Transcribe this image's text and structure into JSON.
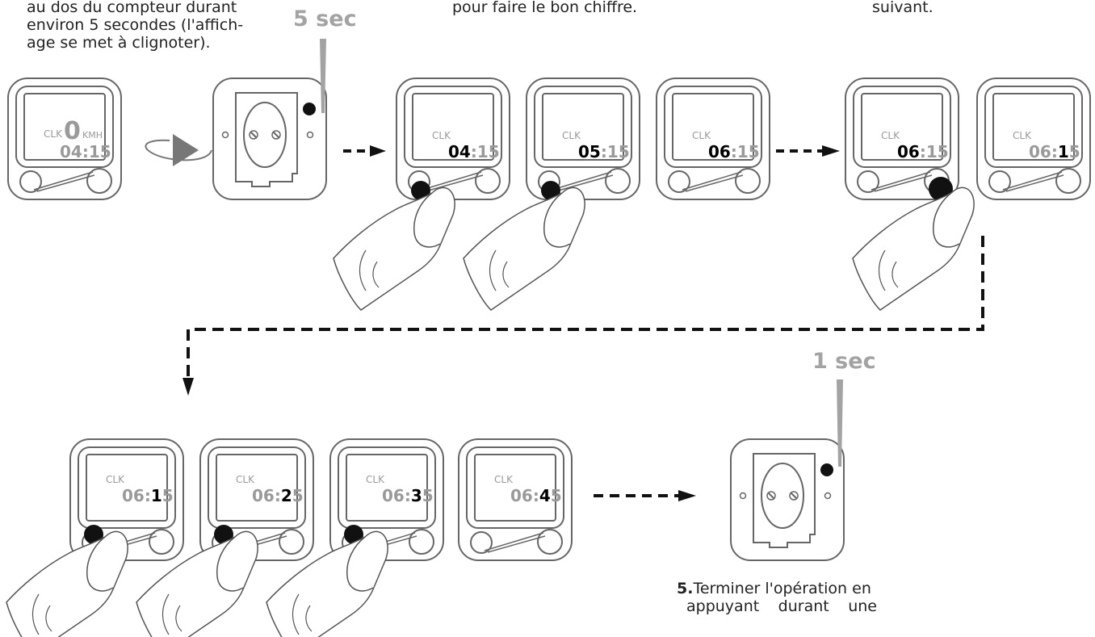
{
  "instructions": {
    "step1_lines": [
      "au dos du compteur durant",
      "environ 5 secondes (l'affich-",
      "age se met à clignoter)."
    ],
    "step2_line": "pour faire le bon chiffre.",
    "step3_line": "suivant.",
    "step5_number": "5.",
    "step5_line1": "Terminer l'opération en",
    "step5_line2": [
      "appuyant",
      "durant",
      "une"
    ]
  },
  "timers": {
    "press_long": "5 sec",
    "press_short": "1 sec"
  },
  "display": {
    "mode_label": "CLK",
    "initial": {
      "speed": "0",
      "unit": "KMH",
      "time": "04:15"
    }
  },
  "hour_sequence": [
    {
      "active": "04",
      "rest": ":15"
    },
    {
      "active": "05",
      "rest": ":15"
    },
    {
      "active": "06",
      "rest": ":15"
    },
    {
      "active": "06",
      "rest": ":15"
    }
  ],
  "minute_sequence": [
    {
      "prefix": "06:",
      "active": "1",
      "suffix": "5"
    },
    {
      "prefix": "06:",
      "active": "1",
      "suffix": "5"
    },
    {
      "prefix": "06:",
      "active": "2",
      "suffix": "5"
    },
    {
      "prefix": "06:",
      "active": "3",
      "suffix": "5"
    },
    {
      "prefix": "06:",
      "active": "4",
      "suffix": "5"
    }
  ],
  "colors": {
    "outline": "#666666",
    "active_digit": "#000000",
    "dim_digit": "#9a9a9a",
    "timer_label": "#a3a3a3",
    "arrow": "#111111"
  }
}
